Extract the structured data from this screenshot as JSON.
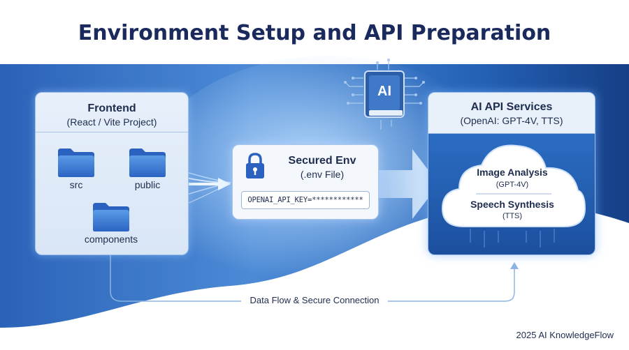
{
  "title": "Environment Setup and API Preparation",
  "frontend": {
    "title": "Frontend",
    "subtitle": "(React / Vite Project)",
    "folders": [
      "src",
      "public",
      "components"
    ]
  },
  "env": {
    "title": "Secured Env",
    "subtitle": "(.env File)",
    "api_key_field": "OPENAI_API_KEY=************"
  },
  "api": {
    "title": "AI API Services",
    "subtitle": "(OpenAI: GPT-4V, TTS)",
    "services": [
      {
        "name": "Image Analysis",
        "detail": "(GPT-4V)"
      },
      {
        "name": "Speech Synthesis",
        "detail": "(TTS)"
      }
    ]
  },
  "chip_label": "AI",
  "flow_label": "Data Flow & Secure Connection",
  "footer": "2025 AI KnowledgeFlow",
  "colors": {
    "title": "#1b2a5c",
    "background_dark": "#1a4c9a",
    "background_light": "#4f8fd8",
    "panel_light": "#e7f0fb",
    "accent": "#2f6ec8"
  },
  "icons": [
    "folder-icon",
    "lock-icon",
    "arrow-right-icon",
    "cloud-icon",
    "ai-book-chip-icon"
  ]
}
